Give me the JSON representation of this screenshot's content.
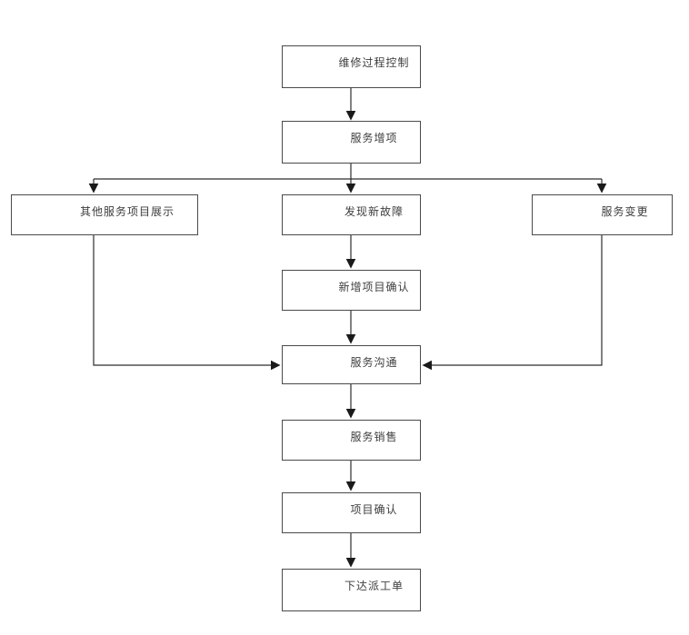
{
  "diagram": {
    "type": "flowchart",
    "nodes": [
      {
        "id": "repair-process-control",
        "label": "维修过程控制"
      },
      {
        "id": "service-addition",
        "label": "服务增项"
      },
      {
        "id": "other-service-items-display",
        "label": "其他服务项目展示"
      },
      {
        "id": "new-fault-found",
        "label": "发现新故障"
      },
      {
        "id": "service-change",
        "label": "服务变更"
      },
      {
        "id": "new-item-confirmation",
        "label": "新增项目确认"
      },
      {
        "id": "service-communication",
        "label": "服务沟通"
      },
      {
        "id": "service-sales",
        "label": "服务销售"
      },
      {
        "id": "item-confirmation",
        "label": "项目确认"
      },
      {
        "id": "issue-work-order",
        "label": "下达派工单"
      }
    ],
    "edges": [
      {
        "from": "维修过程控制",
        "to": "服务增项"
      },
      {
        "from": "服务增项",
        "to": "其他服务项目展示"
      },
      {
        "from": "服务增项",
        "to": "发现新故障"
      },
      {
        "from": "服务增项",
        "to": "服务变更"
      },
      {
        "from": "发现新故障",
        "to": "新增项目确认"
      },
      {
        "from": "其他服务项目展示",
        "to": "服务沟通"
      },
      {
        "from": "新增项目确认",
        "to": "服务沟通"
      },
      {
        "from": "服务变更",
        "to": "服务沟通"
      },
      {
        "from": "服务沟通",
        "to": "服务销售"
      },
      {
        "from": "服务销售",
        "to": "项目确认"
      },
      {
        "from": "项目确认",
        "to": "下达派工单"
      }
    ],
    "colors": {
      "background": "#ffffff",
      "box_fill": "#ffffff",
      "box_border": "#4a4a4a",
      "line": "#2e2e2e",
      "arrowhead": "#1a1a1a",
      "text": "#3d3d3d"
    }
  }
}
